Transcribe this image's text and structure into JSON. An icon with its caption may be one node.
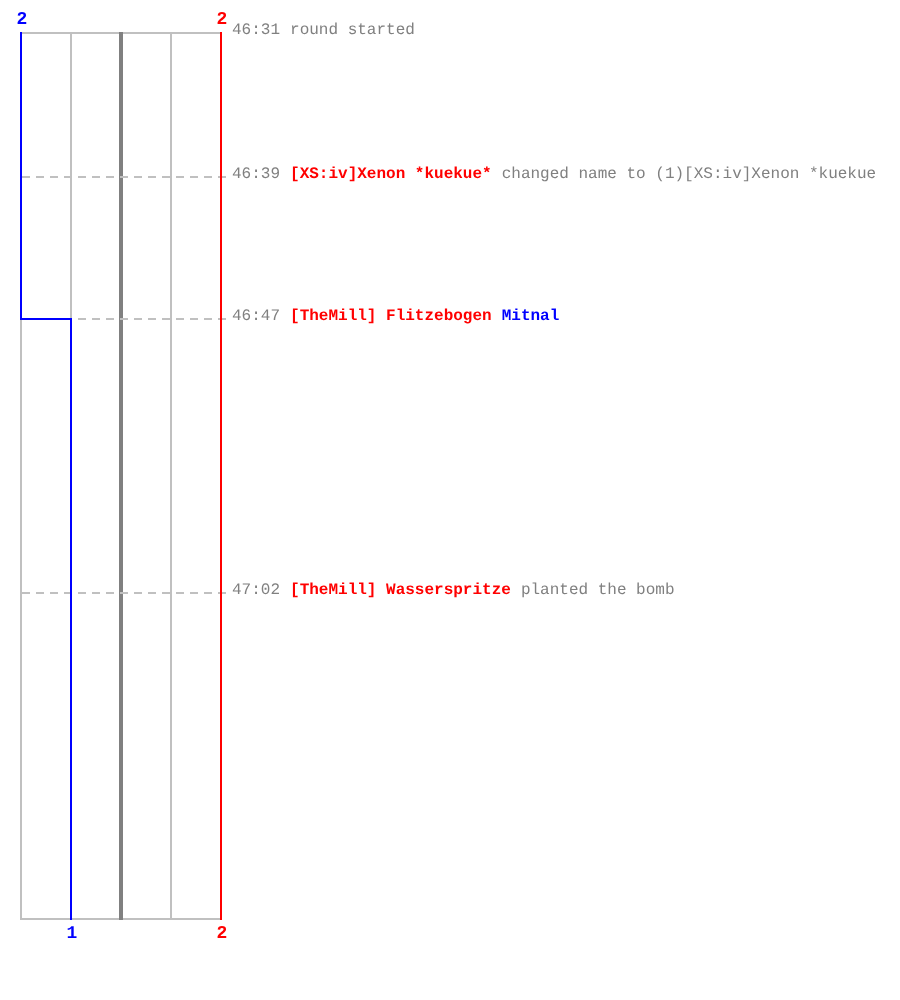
{
  "diagram": {
    "labels": [
      "2",
      "2",
      "46:31",
      "round started",
      "46:39",
      "[XS:iv]Xenon *kuekue*",
      "changed name to (1)[XS:iv]Xenon *kuekue",
      "46:47",
      "[TheMill] Flitzebogen",
      "Mitnal",
      "47:02",
      "[TheMill] Wasserspritze",
      "planted the bomb",
      "1",
      "2"
    ]
  }
}
